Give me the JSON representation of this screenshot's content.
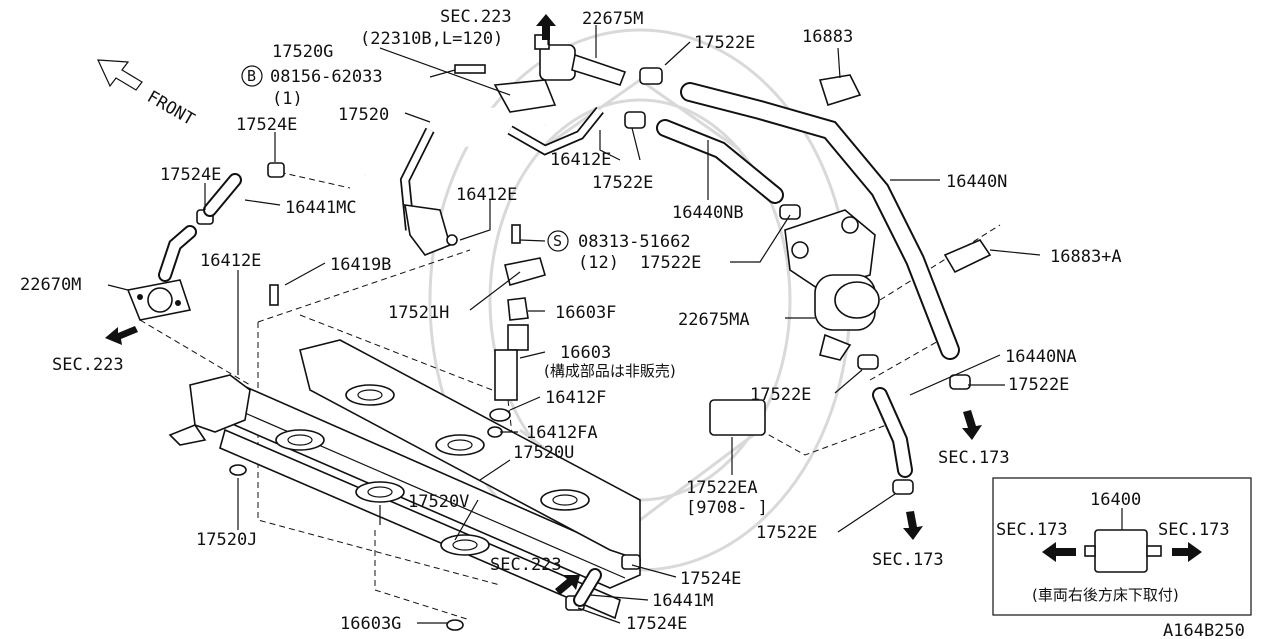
{
  "diagram": {
    "labels": {
      "sec223_top": "SEC.223",
      "p22675M": "22675M",
      "p22310B": "(22310B,L=120)",
      "p17522E_a": "17522E",
      "p16883": "16883",
      "p17520G": "17520G",
      "bolt_b_code": "B",
      "p08156": "08156-62033",
      "qty1": "(1)",
      "front": "FRONT",
      "p17520": "17520",
      "p17524E_a": "17524E",
      "p16412E_a": "16412E",
      "p17522E_b": "17522E",
      "p16440N": "16440N",
      "p17524E_b": "17524E",
      "p16441MC": "16441MC",
      "p16412E_b": "16412E",
      "p16440NB": "16440NB",
      "screw_s_code": "S",
      "p08313": "08313-51662",
      "qty12": "(12)",
      "p17522E_c": "17522E",
      "p16883A": "16883+A",
      "p22670M": "22670M",
      "p16412E_c": "16412E",
      "p16419B": "16419B",
      "p17521H": "17521H",
      "p16603F": "16603F",
      "p22675MA": "22675MA",
      "sec223_left": "SEC.223",
      "p16603": "16603",
      "p16603_note": "(構成部品は非販売)",
      "p16440NA": "16440NA",
      "p17522E_d": "17522E",
      "p17522E_e": "17522E",
      "p16412F": "16412F",
      "p16412FA": "16412FA",
      "sec173_a": "SEC.173",
      "p17520U": "17520U",
      "p17522EA": "17522EA",
      "p17522EA_date": "[9708-    ]",
      "p17520V": "17520V",
      "p17520J": "17520J",
      "p17522E_f": "17522E",
      "sec223_bottom": "SEC.223",
      "sec173_b": "SEC.173",
      "p17524E_c": "17524E",
      "p16441M": "16441M",
      "p16603G": "16603G",
      "p17524E_d": "17524E",
      "inset_part": "16400",
      "inset_sec_left": "SEC.173",
      "inset_sec_right": "SEC.173",
      "inset_note": "(車両右後方床下取付)",
      "figure_code": "A164B250"
    }
  }
}
